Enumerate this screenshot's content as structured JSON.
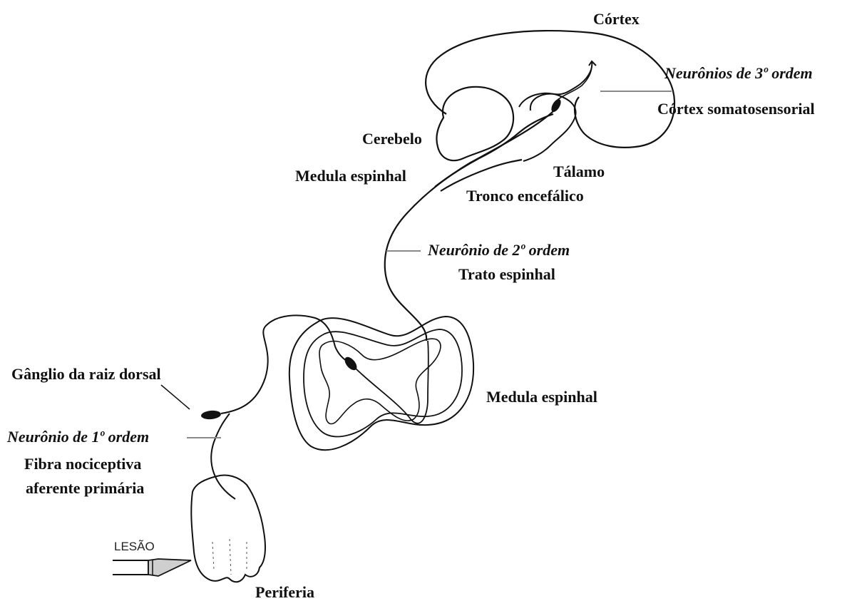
{
  "labels": {
    "cortex": "Córtex",
    "third_order": "Neurônios de 3º ordem",
    "somatosensory": "Córtex somatosensorial",
    "cerebellum": "Cerebelo",
    "spinal_cord_upper": "Medula espinhal",
    "thalamus": "Tálamo",
    "brainstem": "Tronco encefálico",
    "second_order": "Neurônio de 2º ordem",
    "spinal_tract": "Trato espinhal",
    "dorsal_root_ganglion": "Gânglio da raiz dorsal",
    "spinal_cord_lower": "Medula espinhal",
    "first_order": "Neurônio de 1º ordem",
    "nociceptive_fiber_line1": "Fibra nociceptiva",
    "nociceptive_fiber_line2": "aferente primária",
    "injury": "LESÃO",
    "periphery": "Periferia"
  },
  "colors": {
    "line": "#111111",
    "leader": "#8a8a8a",
    "blade": "#cfcfcf"
  }
}
